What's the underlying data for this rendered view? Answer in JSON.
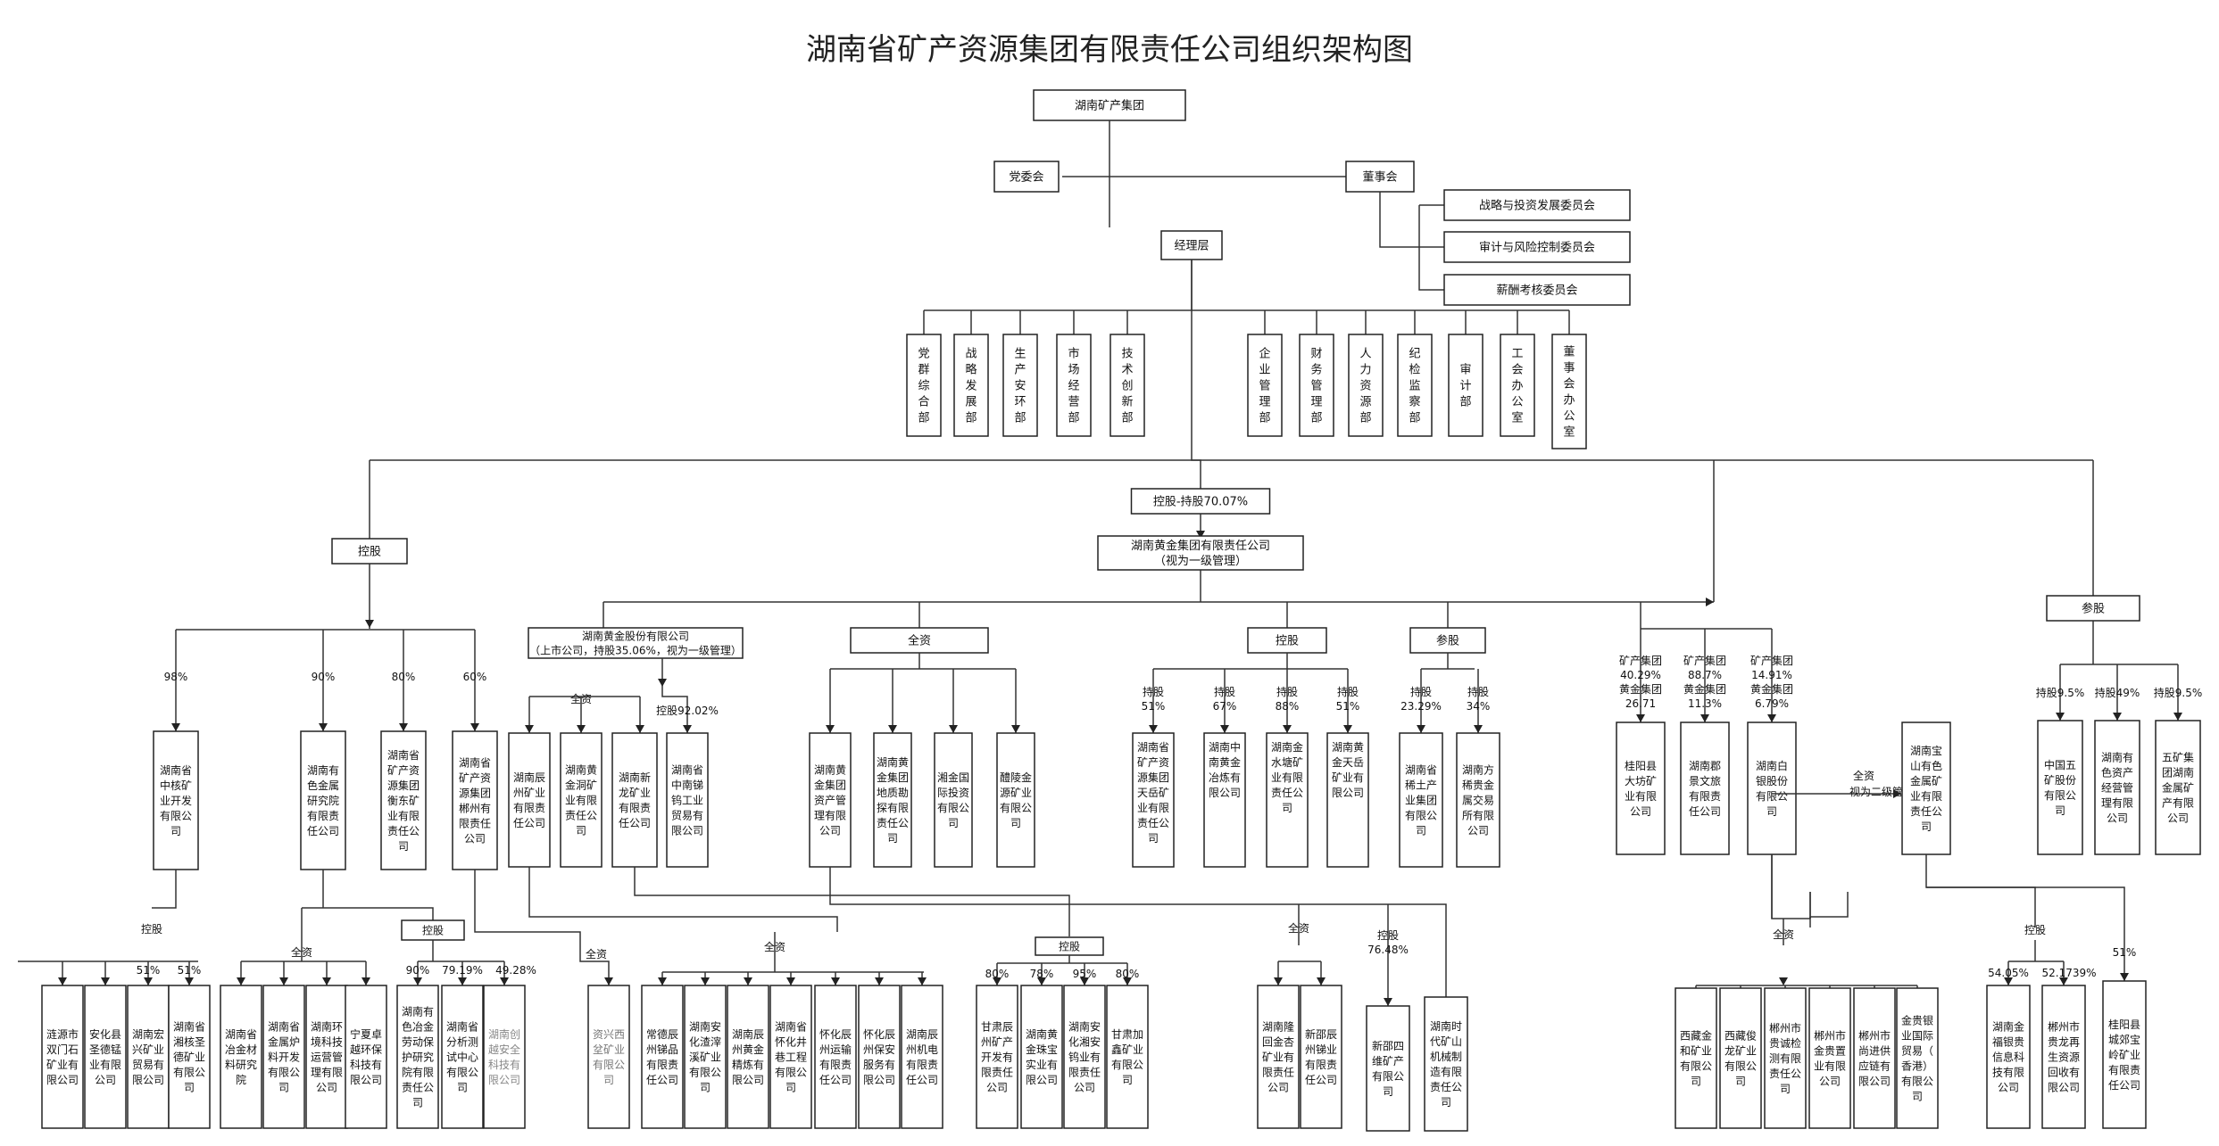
{
  "title": "湖南省矿产资源集团有限责任公司组织架构图",
  "nodes": {
    "root": "湖南矿产集团",
    "party": "党委会",
    "board": "董事会",
    "c1": "战略与投资发展委员会",
    "c2": "审计与风险控制委员会",
    "c3": "薪酬考核委员会",
    "mgmt": "经理层",
    "depts": [
      "党群综合部",
      "战略发展部",
      "生产安环部",
      "市场经营部",
      "技术创新部",
      "企业管理部",
      "财务管理部",
      "人力资源部",
      "纪检监察部",
      "审计部",
      "工会办公室",
      "董事会办公室"
    ],
    "kongguH": "控股-持股70.07%",
    "hjg": [
      "湖南黄金集团有限责任公司",
      "（视为一级管理）"
    ],
    "kongguL": "控股",
    "canguR": "参股",
    "hjgf": [
      "湖南黄金股份有限公司",
      "（上市公司，持股35.06%，视为一级管理）"
    ],
    "quanzi1": "全资",
    "konggu2": "控股",
    "cangu2": "参股",
    "l1": [
      "湖南省中核矿业开发有限公司",
      "湖南有色金属研究院有限责任公司",
      "湖南省矿产资源集团衡东矿业有限责任公司",
      "湖南省矿产资源集团郴州有限责任公司"
    ],
    "jf": [
      "湖南辰州矿业有限责任公司",
      "湖南黄金洞矿业有限责任公司",
      "湖南新龙矿业有限责任公司",
      "湖南省中南锑钨工业贸易有限公司"
    ],
    "jfq": "全资",
    "jfk": "控股92.02%",
    "jz": [
      "湖南黄金集团资产管理有限公司",
      "湖南黄金集团地质勘探有限责任公司",
      "湘金国际投资有限公司",
      "醴陵金源矿业有限公司"
    ],
    "jk": [
      "湖南省矿产资源集团天岳矿业有限责任公司",
      "湖南中南黄金冶炼有限公司",
      "湖南金水塘矿业有限责任公司",
      "湖南黄金天岳矿业有限公司"
    ],
    "jkp": [
      "持股51%",
      "持股67%",
      "持股88%",
      "持股51%"
    ],
    "jc": [
      "湖南省稀土产业集团有限公司",
      "湖南方稀贵金属交易所有限公司"
    ],
    "jcp": [
      "持股23.29%",
      "持股34%"
    ],
    "r1": [
      "桂阳县大坊矿业有限公司",
      "湖南郡景文旅有限责任公司",
      "湖南白银股份有限公司"
    ],
    "r1p": [
      [
        "矿产集团",
        "40.29%",
        "黄金集团",
        "26.71"
      ],
      [
        "矿产集团",
        "88.7%",
        "黄金集团",
        "11.3%"
      ],
      [
        "矿产集团",
        "14.91%",
        "黄金集团",
        "6.79%"
      ]
    ],
    "bsh": "湖南宝山有色金属矿业有限责任公司",
    "quanzi2": [
      "全资",
      "视为二级管理"
    ],
    "rc": [
      "中国五矿股份有限公司",
      "湖南有色资产经营管理有限公司",
      "五矿集团湖南金属矿产有限公司"
    ],
    "rcp": [
      "持股9.5%",
      "持股49%",
      "持股9.5%"
    ],
    "pl": [
      "98%",
      "90%",
      "80%",
      "60%"
    ],
    "b1": [
      "涟源市双门石矿业有限公司",
      "安化县圣德锰业有限公司",
      "湖南宏兴矿业贸易有限公司",
      "湖南省湘核圣德矿业有限公司"
    ],
    "b1lbl": "控股",
    "b1p": [
      "51%",
      "51%"
    ],
    "b2": [
      "湖南省冶金材料研究院",
      "湖南省金属炉料开发有限公司",
      "湖南环境科技运营管理有限公司",
      "宁夏卓越环保科技有限公司"
    ],
    "b2lbl": "全资",
    "b3": [
      "湖南有色冶金劳动保护研究院有限责任公司",
      "湖南省分析测试中心有限公司",
      "湖南创越安全科技有限公司"
    ],
    "b3lbl": "控股",
    "b3p": [
      "90%",
      "79.19%",
      "49.28%"
    ],
    "b4": "资兴西坌矿业有限公司",
    "b4lbl": "全资",
    "b5": [
      "常德辰州锑品有限责任公司",
      "湖南安化渣滓溪矿业有限公司",
      "湖南辰州黄金精炼有限公司",
      "湖南省怀化井巷工程有限公司",
      "怀化辰州运输有限责任公司",
      "怀化辰州保安服务有限公司",
      "湖南辰州机电有限责任公司"
    ],
    "b5lbl": "全资",
    "b6": [
      "甘肃辰州矿产开发有限责任公司",
      "湖南黄金珠宝实业有限公司",
      "湖南安化湘安钨业有限责任公司",
      "甘肃加鑫矿业有限公司"
    ],
    "b6lbl": "控股",
    "b6p": [
      "80%",
      "78%",
      "95%",
      "80%"
    ],
    "b7": [
      "湖南隆回金杏矿业有限责任公司",
      "新邵辰州锑业有限责任公司"
    ],
    "b7lbl": "全资",
    "b8": "新邵四维矿产有限公司",
    "b8lbl": [
      "控股",
      "76.48%"
    ],
    "b9": "湖南时代矿山机械制造有限责任公司",
    "b10": [
      "西藏金和矿业有限公司",
      "西藏俊龙矿业有限公司",
      "郴州市贵诚检测有限责任公司",
      "郴州市金贵置业有限公司",
      "郴州市尚进供应链有限公司",
      "金贵银业国际贸易（香港）有限公司"
    ],
    "b10lbl": "全资",
    "b11": [
      "湖南金福银贵信息科技有限公司",
      "郴州市贵龙再生资源回收有限公司"
    ],
    "b11lbl": "控股",
    "b11p": [
      "54.05%",
      "52.1739%"
    ],
    "b12": "桂阳县城郊宝岭矿业有限责任公司",
    "b12p": "51%"
  }
}
